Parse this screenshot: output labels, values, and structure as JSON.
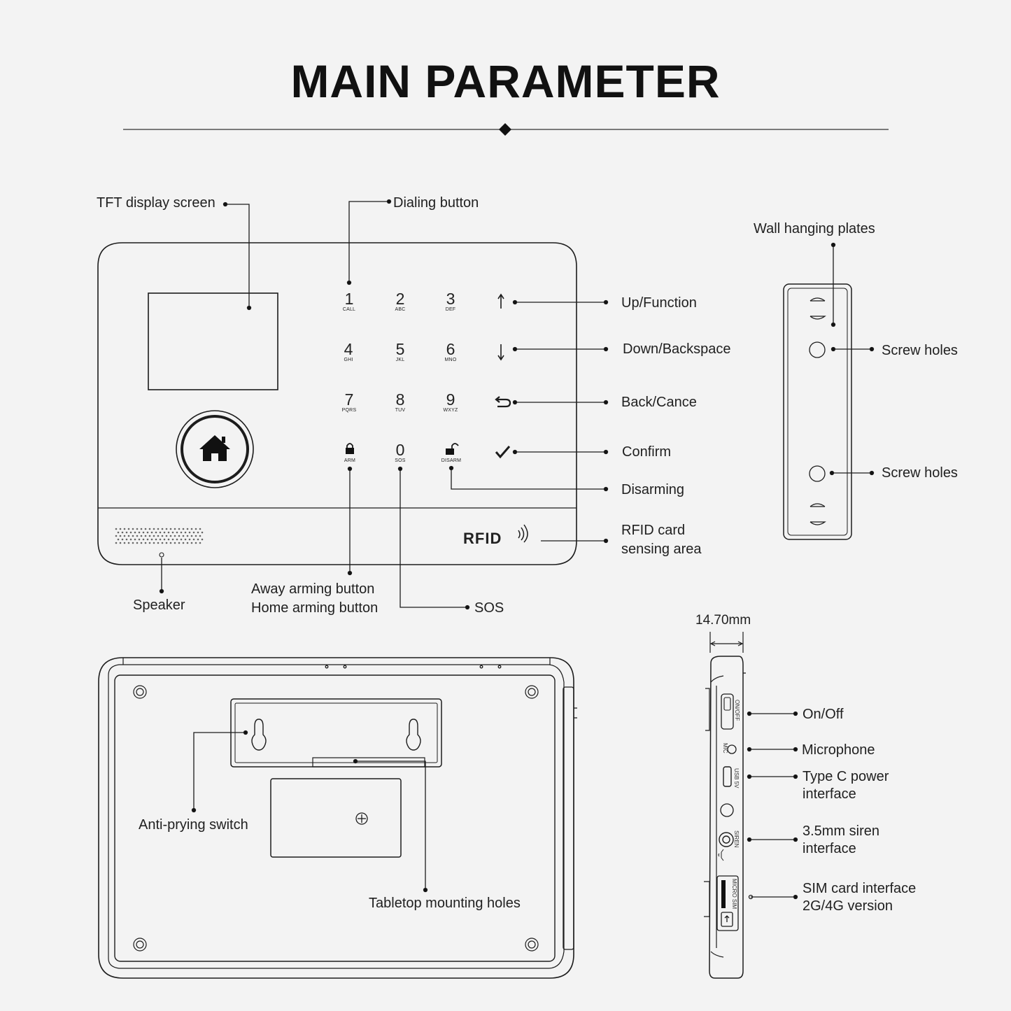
{
  "title": "MAIN PARAMETER",
  "front_labels": {
    "tft": "TFT display screen",
    "dialing": "Dialing button",
    "up": "Up/Function",
    "down": "Down/Backspace",
    "back": "Back/Cance",
    "confirm": "Confirm",
    "disarming": "Disarming",
    "rfid_line1": "RFID card",
    "rfid_line2": "sensing area",
    "speaker": "Speaker",
    "away_arm": "Away arming button",
    "home_arm": "Home arming button",
    "sos": "SOS"
  },
  "keypad": [
    {
      "digit": "1",
      "sub": "CALL"
    },
    {
      "digit": "2",
      "sub": "ABC"
    },
    {
      "digit": "3",
      "sub": "DEF"
    },
    {
      "digit": "4",
      "sub": "GHI"
    },
    {
      "digit": "5",
      "sub": "JKL"
    },
    {
      "digit": "6",
      "sub": "MNO"
    },
    {
      "digit": "7",
      "sub": "PQRS"
    },
    {
      "digit": "8",
      "sub": "TUV"
    },
    {
      "digit": "9",
      "sub": "WXYZ"
    },
    {
      "digit": "",
      "sub": "ARM"
    },
    {
      "digit": "0",
      "sub": "SOS"
    },
    {
      "digit": "",
      "sub": "DISARM"
    }
  ],
  "rfid_logo": "RFID",
  "plate_labels": {
    "wall_plates": "Wall hanging plates",
    "screw1": "Screw holes",
    "screw2": "Screw holes"
  },
  "back_labels": {
    "anti_prying": "Anti-prying switch",
    "tabletop": "Tabletop mounting holes"
  },
  "side_labels": {
    "thickness": "14.70mm",
    "onoff": "On/Off",
    "mic": "Microphone",
    "typec_1": "Type C power",
    "typec_2": "interface",
    "siren_1": "3.5mm siren",
    "siren_2": "interface",
    "sim_1": "SIM card interface",
    "sim_2": "2G/4G version"
  },
  "side_port_text": {
    "onoff": "ON/OFF",
    "mic": "MIC",
    "usb": "USB 5V",
    "siren": "SIREN",
    "sim": "MICRO SIM"
  },
  "icons": {
    "up": "arrow-up-icon",
    "down": "arrow-down-icon",
    "back": "return-arrow-icon",
    "confirm": "check-icon",
    "home": "home-icon",
    "arm": "lock-icon",
    "disarm": "unlock-icon"
  },
  "colors": {
    "background": "#f3f3f3",
    "line": "#1c1c1c"
  }
}
